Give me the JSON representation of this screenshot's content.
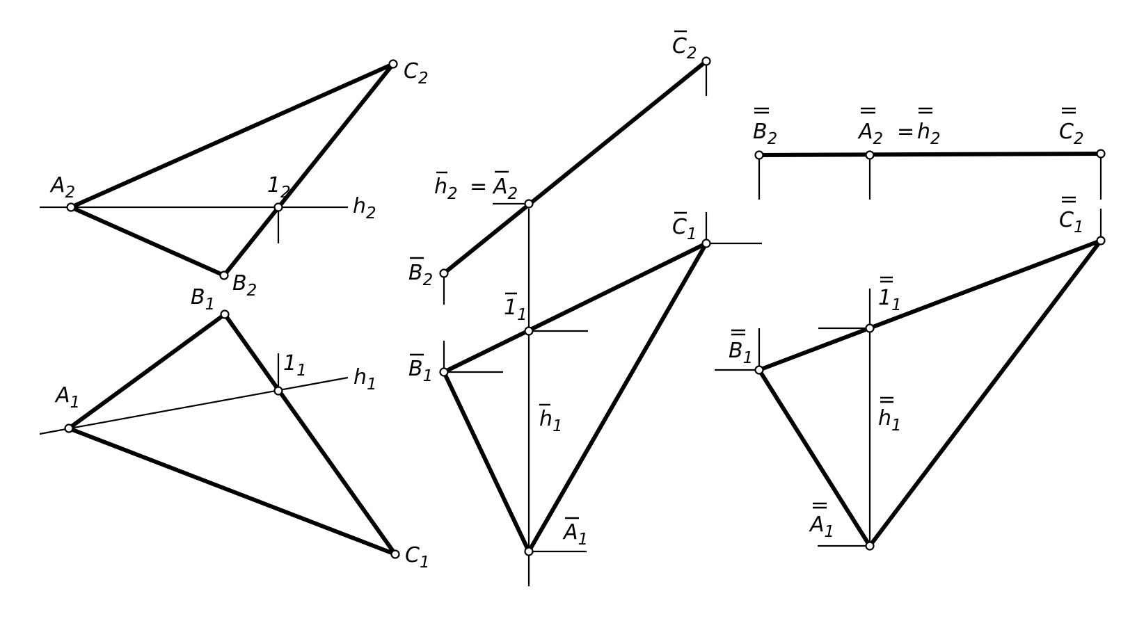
{
  "views": {
    "original": {
      "A2": [
        "A",
        "2"
      ],
      "B2": [
        "B",
        "2"
      ],
      "C2": [
        "C",
        "2"
      ],
      "one2": [
        "1",
        "2"
      ],
      "h2": [
        "h",
        "2"
      ],
      "A1": [
        "A",
        "1"
      ],
      "B1": [
        "B",
        "1"
      ],
      "C1": [
        "C",
        "1"
      ],
      "one1": [
        "1",
        "1"
      ],
      "h1": [
        "h",
        "1"
      ]
    },
    "first_transform": {
      "C2": [
        "C",
        "2"
      ],
      "h2": [
        "h",
        "2"
      ],
      "eq": "=",
      "A2": [
        "A",
        "2"
      ],
      "B2": [
        "B",
        "2"
      ],
      "C1": [
        "C",
        "1"
      ],
      "one1": [
        "1",
        "1"
      ],
      "B1": [
        "B",
        "1"
      ],
      "h1": [
        "h",
        "1"
      ],
      "A1": [
        "A",
        "1"
      ]
    },
    "second_transform": {
      "B2": [
        "B",
        "2"
      ],
      "A2": [
        "A",
        "2"
      ],
      "eq": "=",
      "h2": [
        "h",
        "2"
      ],
      "C2": [
        "C",
        "2"
      ],
      "C1": [
        "C",
        "1"
      ],
      "one1": [
        "1",
        "1"
      ],
      "B1": [
        "B",
        "1"
      ],
      "h1": [
        "h",
        "1"
      ],
      "A1": [
        "A",
        "1"
      ]
    }
  }
}
